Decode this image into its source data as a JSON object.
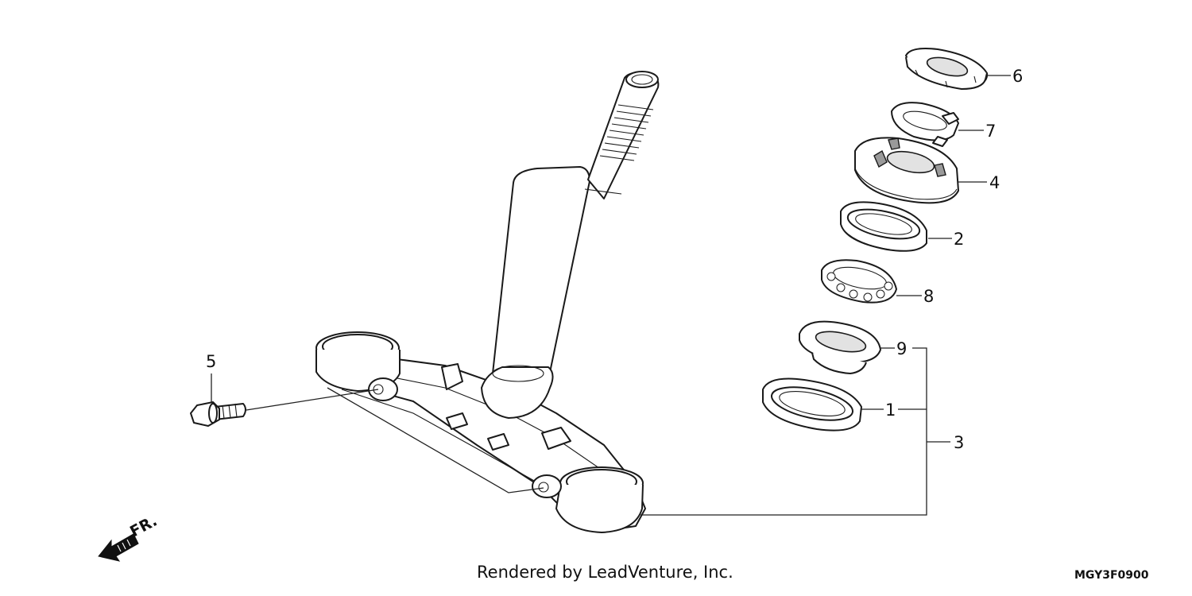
{
  "diagram": {
    "callouts": [
      "6",
      "7",
      "4",
      "2",
      "8",
      "9",
      "1",
      "3",
      "5"
    ],
    "direction_label": "FR.",
    "credit": "Rendered by LeadVenture, Inc.",
    "code": "MGY3F0900"
  },
  "parts": [
    {
      "ref": "1",
      "icon": "bearing-outer-race"
    },
    {
      "ref": "2",
      "icon": "dust-seal"
    },
    {
      "ref": "3",
      "icon": "stem-bearing-set"
    },
    {
      "ref": "4",
      "icon": "adjusting-nut"
    },
    {
      "ref": "5",
      "icon": "flange-bolt"
    },
    {
      "ref": "6",
      "icon": "lock-nut"
    },
    {
      "ref": "7",
      "icon": "lock-washer"
    },
    {
      "ref": "8",
      "icon": "ball-bearing"
    },
    {
      "ref": "9",
      "icon": "bearing-inner-race"
    }
  ]
}
